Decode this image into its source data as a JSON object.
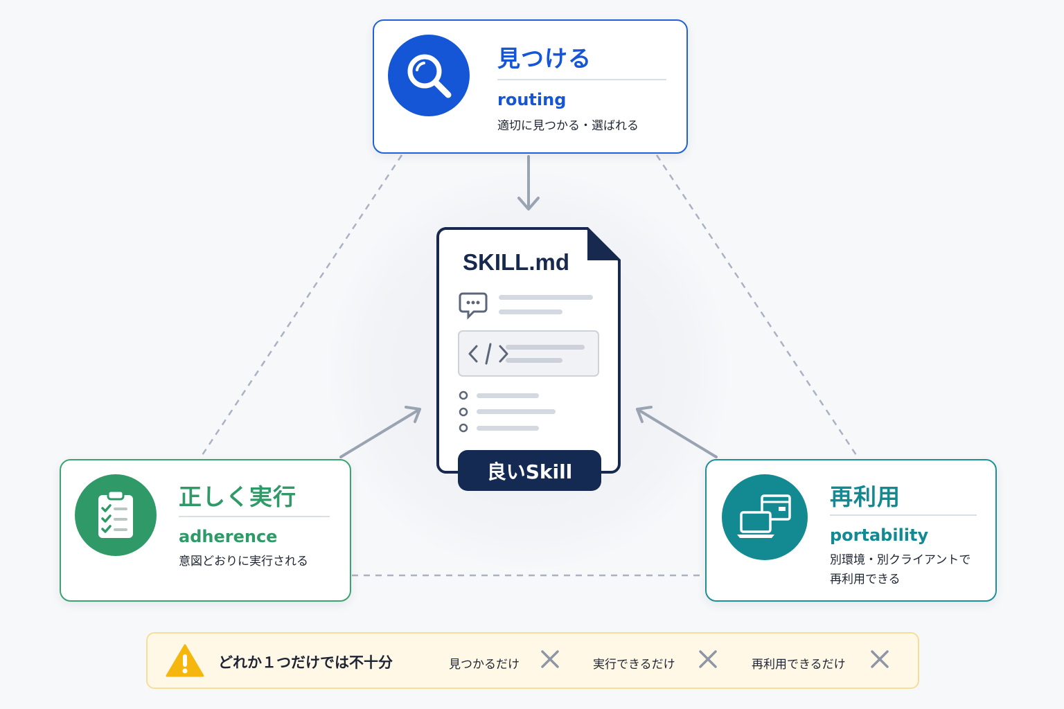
{
  "center": {
    "file_name": "SKILL.md",
    "badge": "良いSkill"
  },
  "cards": {
    "find": {
      "title": "見つける",
      "sub": "routing",
      "desc_lines": [
        "適切に見つかる・選ばれる"
      ],
      "color": "#1556d6",
      "icon": "search-icon"
    },
    "exec": {
      "title": "正しく実行",
      "sub": "adherence",
      "desc_lines": [
        "意図どおりに実行される"
      ],
      "color": "#2f9a68",
      "icon": "clipboard-checklist-icon"
    },
    "reuse": {
      "title": "再利用",
      "sub": "portability",
      "desc_lines": [
        "別環境・別クライアントで",
        "再利用できる"
      ],
      "color": "#138a92",
      "icon": "devices-icon"
    }
  },
  "warning": {
    "message": "どれか１つだけでは不十分",
    "items": [
      "見つかるだけ",
      "実行できるだけ",
      "再利用できるだけ"
    ],
    "color": "#f5b60d",
    "icon": "warning-icon"
  }
}
